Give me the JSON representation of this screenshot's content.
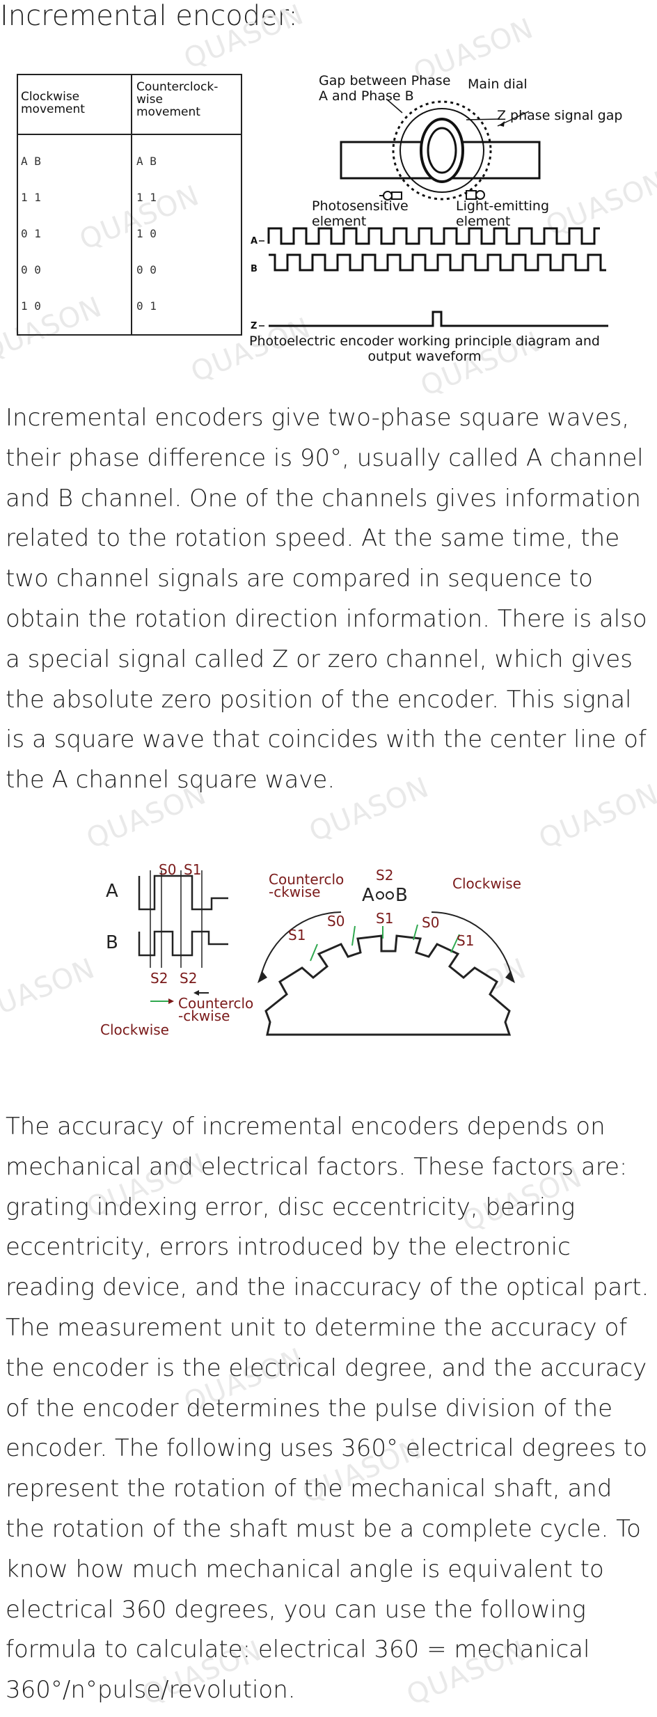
{
  "page": {
    "title": "Incremental encoder:",
    "watermark": "QUASON"
  },
  "table": {
    "col1_header": [
      "Clockwise",
      "movement"
    ],
    "col2_header": [
      "Counterclock-",
      "wise",
      "movement"
    ],
    "rows": [
      [
        "A B",
        "A B"
      ],
      [
        "1 1",
        "1 1"
      ],
      [
        "0 1",
        "1 0"
      ],
      [
        "0 0",
        "0 0"
      ],
      [
        "1 0",
        "0 1"
      ]
    ]
  },
  "diagram1": {
    "label_gap": [
      "Gap between Phase",
      "A and Phase B"
    ],
    "label_main_dial": "Main dial",
    "label_z_gap": "Z phase signal gap",
    "label_photosensitive": [
      "Photosensitive",
      "element"
    ],
    "label_light_emitting": [
      "Light-emitting",
      "element"
    ],
    "channel_a": "A",
    "channel_b": "B",
    "channel_z": "Z",
    "caption": [
      "Photoelectric encoder working principle diagram and",
      "output waveform"
    ]
  },
  "paragraph1": "Incremental encoders give two-phase square waves, their phase difference is 90°, usually called A channel and B channel. One of the channels gives information related to the rotation speed. At the same time, the two channel signals are compared in sequence to obtain the rotation direction information. There is also a special signal called Z or zero channel, which gives the absolute zero position of the encoder. This signal is a square wave that coincides with the center line of the A channel square wave.",
  "diagram2": {
    "wave_a": "A",
    "wave_b": "B",
    "s0": "S0",
    "s1": "S1",
    "s2": "S2",
    "counterclockwise": [
      "Counterclo",
      "-ckwise"
    ],
    "clockwise": "Clockwise",
    "sensor_a": "A",
    "sensor_b": "B",
    "accent_color": "#7a1a1a",
    "sensor_line_color": "#2fa84f"
  },
  "paragraph2": "The accuracy of incremental encoders depends on mechanical and electrical factors. These factors are: grating indexing error, disc eccentricity, bearing eccentricity, errors introduced by the electronic reading device, and the inaccuracy of the optical part. The measurement unit to determine the accuracy of the encoder is the electrical degree, and the accuracy of the encoder determines the pulse division of the encoder. The following uses 360° electrical degrees to represent the rotation of the mechanical shaft, and the rotation of the shaft must be a complete cycle. To know how much mechanical angle is equivalent to electrical 360 degrees, you can use the following formula to calculate: electrical 360 = mechanical 360°/n°pulse/revolution."
}
